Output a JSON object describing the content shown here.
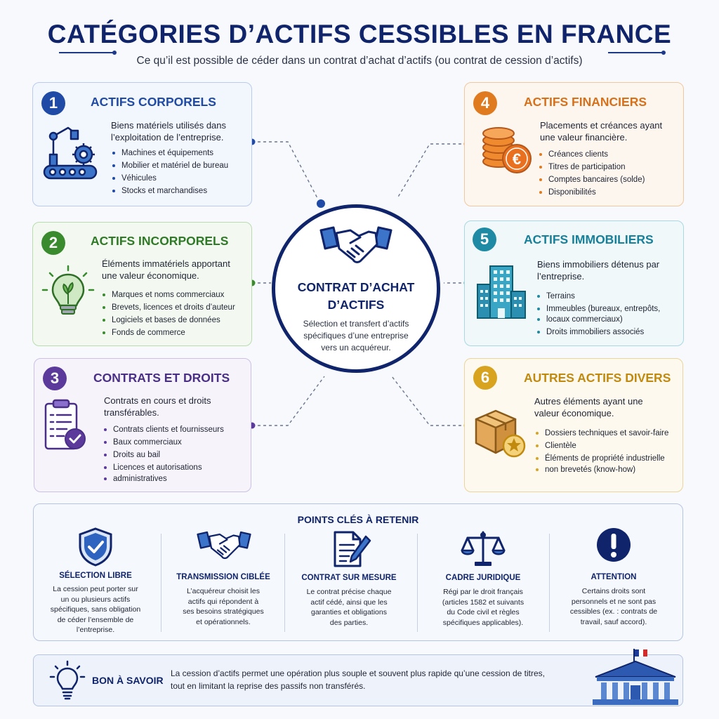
{
  "header": {
    "title": "CATÉGORIES D’ACTIFS CESSIBLES EN FRANCE",
    "subtitle": "Ce qu’il est possible de céder dans un contrat d’achat d’actifs (ou contrat de cession d’actifs)"
  },
  "center": {
    "title_line1": "CONTRAT D’ACHAT",
    "title_line2": "D’ACTIFS",
    "desc_line1": "Sélection et transfert d’actifs",
    "desc_line2": "spécifiques d’une entreprise",
    "desc_line3": "vers un acquéreur."
  },
  "cards": [
    {
      "num": "1",
      "title": "ACTIFS CORPORELS",
      "desc1": "Biens matériels utilisés dans",
      "desc2": "l’exploitation de l’entreprise.",
      "items": [
        "Machines et équipements",
        "Mobilier et matériel de bureau",
        "Véhicules",
        "Stocks et marchandises"
      ],
      "color": "#1f4aa6",
      "icon": "machine-gear-icon"
    },
    {
      "num": "2",
      "title": "ACTIFS INCORPORELS",
      "desc1": "Éléments immatériels apportant",
      "desc2": "une valeur économique.",
      "items": [
        "Marques et noms commerciaux",
        "Brevets, licences et droits d’auteur",
        "Logiciels et bases de données",
        "Fonds de commerce"
      ],
      "color": "#3a8a2e",
      "icon": "lightbulb-icon"
    },
    {
      "num": "3",
      "title": "CONTRATS ET DROITS",
      "desc1": "Contrats en cours et droits",
      "desc2": "transférables.",
      "items": [
        "Contrats clients et fournisseurs",
        "Baux commerciaux",
        "Droits au bail",
        "Licences et autorisations",
        "administratives"
      ],
      "color": "#5b3a9b",
      "icon": "clipboard-check-icon"
    },
    {
      "num": "4",
      "title": "ACTIFS FINANCIERS",
      "desc1": "Placements et créances ayant",
      "desc2": "une valeur financière.",
      "items": [
        "Créances clients",
        "Titres de participation",
        "Comptes bancaires (solde)",
        "Disponibilités"
      ],
      "color": "#e07a1e",
      "icon": "coins-euro-icon"
    },
    {
      "num": "5",
      "title": "ACTIFS IMMOBILIERS",
      "desc1": "Biens immobiliers détenus par",
      "desc2": "l’entreprise.",
      "items": [
        "Terrains",
        "Immeubles (bureaux, entrepôts,",
        "locaux commerciaux)",
        "Droits immobiliers associés"
      ],
      "color": "#1e8aa3",
      "icon": "buildings-icon"
    },
    {
      "num": "6",
      "title": "AUTRES ACTIFS DIVERS",
      "desc1": "Autres éléments ayant une",
      "desc2": "valeur économique.",
      "items": [
        "Dossiers techniques et savoir-faire",
        "Clientèle",
        "Éléments de propriété industrielle",
        "non brevetés (know-how)"
      ],
      "color": "#d8a420",
      "icon": "box-star-icon"
    }
  ],
  "points": {
    "title": "POINTS CLÉS À RETENIR",
    "items": [
      {
        "title": "SÉLECTION LIBRE",
        "lines": [
          "La cession peut porter sur",
          "un ou plusieurs actifs",
          "spécifiques, sans obligation",
          "de céder l’ensemble de",
          "l’entreprise."
        ],
        "icon": "shield-check-icon"
      },
      {
        "title": "TRANSMISSION CIBLÉE",
        "lines": [
          "L’acquéreur choisit les",
          "actifs qui répondent à",
          "ses besoins stratégiques",
          "et opérationnels."
        ],
        "icon": "handshake-icon"
      },
      {
        "title": "CONTRAT SUR MESURE",
        "lines": [
          "Le contrat précise chaque",
          "actif cédé, ainsi que les",
          "garanties et obligations",
          "des parties."
        ],
        "icon": "document-pen-icon"
      },
      {
        "title": "CADRE JURIDIQUE",
        "lines": [
          "Régi par le droit français",
          "(articles 1582 et suivants",
          "du Code civil et règles",
          "spécifiques applicables)."
        ],
        "icon": "scales-icon"
      },
      {
        "title": "ATTENTION",
        "lines": [
          "Certains droits sont",
          "personnels et ne sont pas",
          "cessibles (ex. : contrats de",
          "travail, sauf accord)."
        ],
        "icon": "exclamation-icon"
      }
    ]
  },
  "bon": {
    "title": "BON À SAVOIR",
    "line1": "La cession d’actifs permet une opération plus souple et souvent plus rapide qu’une cession de titres,",
    "line2": "tout en limitant la reprise des passifs non transférés."
  }
}
